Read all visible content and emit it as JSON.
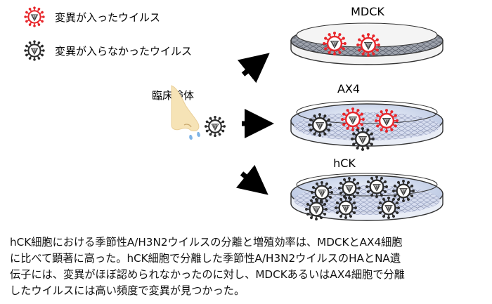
{
  "legend": {
    "mutated_label": "変異が入ったウイルス",
    "unmutated_label": "変異が入らなかったウイルス"
  },
  "sample": {
    "label": "臨床検体"
  },
  "dishes": [
    {
      "name": "MDCK"
    },
    {
      "name": "AX4"
    },
    {
      "name": "hCK"
    }
  ],
  "caption": {
    "lines": [
      "hCK細胞における季節性A/H3N2ウイルスの分離と増殖効率は、MDCKとAX4細胞",
      "に比べて顕著に高った。hCK細胞で分離した季節性A/H3N2ウイルスのHAとNA遺",
      "伝子には、変異がほぼ認められなかったのに対し、MDCKあるいはAX4細胞で分離",
      "したウイルスには高い頻度で変異が見つかった。"
    ]
  },
  "colors": {
    "mutated": "#e8262b",
    "unmutated": "#2b2b2b",
    "medium": "#dde4f2",
    "skin": "#f6e3b6"
  },
  "icons": {
    "virus_mutated": "virus-mutated-icon",
    "virus_unmutated": "virus-unmutated-icon",
    "nose": "nose-icon",
    "arrow": "arrow-icon"
  }
}
